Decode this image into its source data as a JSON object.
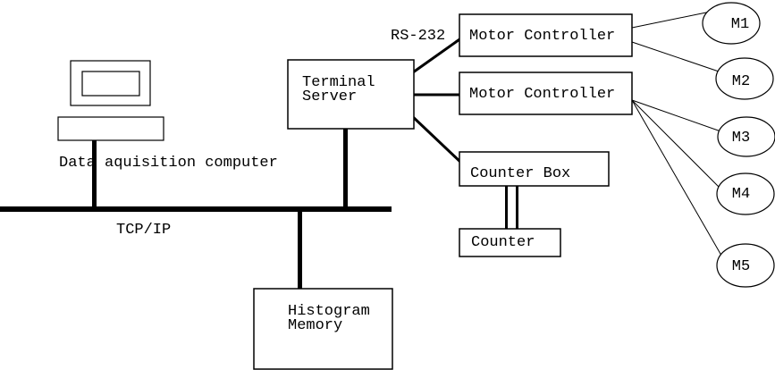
{
  "canvas": {
    "background_color": "#ffffff",
    "line_color": "#000000",
    "box_fill_color": "#ffffff"
  },
  "labels": {
    "computer": "Data aquisition computer",
    "network": "TCP/IP",
    "serial": "RS-232"
  },
  "nodes": {
    "terminal_server": {
      "line1": "Terminal",
      "line2": "Server"
    },
    "motor_controller_top": {
      "label": "Motor Controller"
    },
    "motor_controller_bottom": {
      "label": "Motor Controller"
    },
    "counter_box": {
      "label": "Counter Box"
    },
    "counter": {
      "label": "Counter"
    },
    "histogram_memory": {
      "line1": "Histogram",
      "line2": "Memory"
    },
    "motors": [
      {
        "label": "M1"
      },
      {
        "label": "M2"
      },
      {
        "label": "M3"
      },
      {
        "label": "M4"
      },
      {
        "label": "M5"
      }
    ]
  }
}
